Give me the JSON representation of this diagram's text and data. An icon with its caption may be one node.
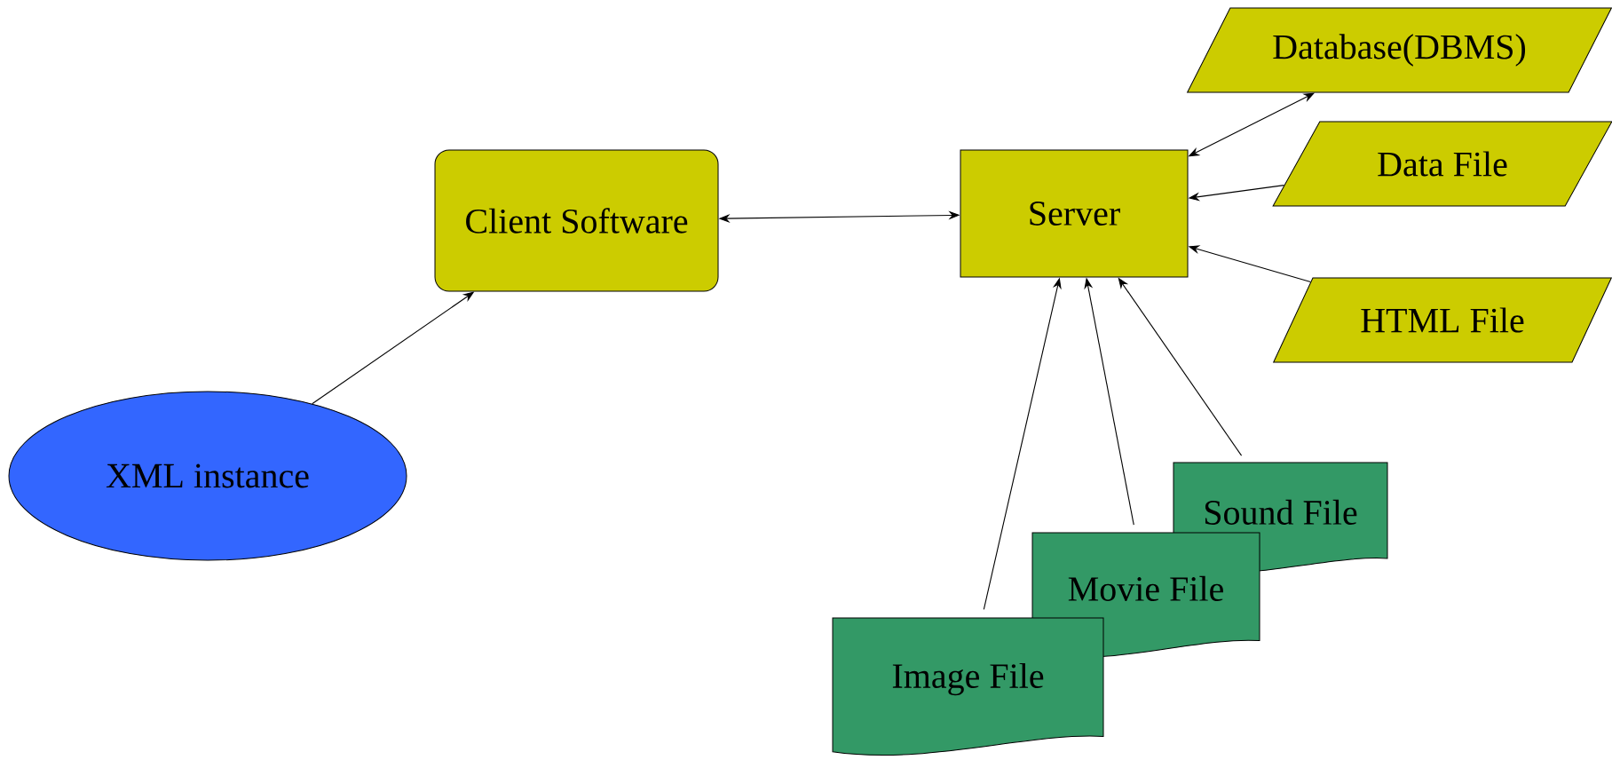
{
  "diagram": {
    "nodes": [
      {
        "text": [
          "XML instance"
        ]
      },
      {
        "text": [
          "Client Software"
        ]
      },
      {
        "text": [
          "Server"
        ]
      },
      {
        "text": [
          "Database(DBMS)"
        ]
      },
      {
        "text": [
          "Data File"
        ]
      },
      {
        "text": [
          "HTML File"
        ]
      },
      {
        "text": [
          "Sound File"
        ]
      },
      {
        "text": [
          "Movie File"
        ]
      },
      {
        "text": [
          "Image File"
        ]
      }
    ],
    "edges": [
      {
        "from": 0,
        "to": 1,
        "arrow": "to"
      },
      {
        "from": 1,
        "to": 2,
        "arrow": "both"
      },
      {
        "from": 3,
        "to": 2,
        "arrow": "both"
      },
      {
        "from": 4,
        "to": 2,
        "arrow": "to"
      },
      {
        "from": 5,
        "to": 2,
        "arrow": "to"
      },
      {
        "from": 8,
        "to": 2,
        "arrow": "to"
      },
      {
        "from": 7,
        "to": 2,
        "arrow": "to"
      },
      {
        "from": 6,
        "to": 2,
        "arrow": "to"
      }
    ]
  }
}
